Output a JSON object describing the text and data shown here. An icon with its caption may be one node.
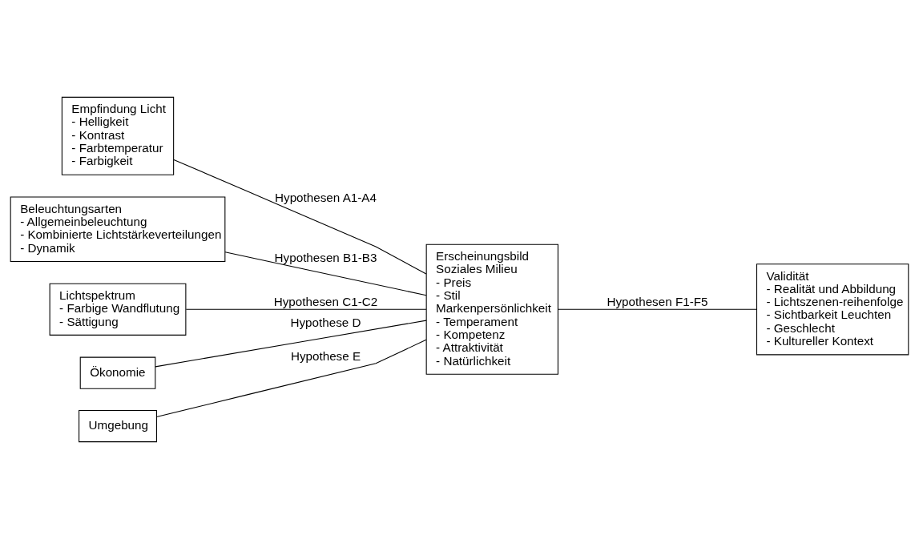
{
  "diagram": {
    "nodes": [
      {
        "text": [
          "Empfindung Licht",
          "- Helligkeit",
          "- Kontrast",
          "- Farbtemperatur",
          "- Farbigkeit"
        ]
      },
      {
        "text": [
          "Beleuchtungsarten",
          "- Allgemeinbeleuchtung",
          "- Kombinierte Lichtstärkeverteilungen",
          "- Dynamik"
        ]
      },
      {
        "text": [
          "Lichtspektrum",
          "- Farbige Wandflutung",
          "- Sättigung"
        ]
      },
      {
        "text": [
          "Ökonomie"
        ]
      },
      {
        "text": [
          "Umgebung"
        ]
      },
      {
        "text": [
          "Erscheinungsbild",
          "Soziales Milieu",
          "- Preis",
          "- Stil",
          "Markenpersönlichkeit",
          "- Temperament",
          "- Kompetenz",
          "- Attraktivität",
          "- Natürlichkeit"
        ]
      },
      {
        "text": [
          "Validität",
          "- Realität und Abbildung",
          "- Lichtszenen-reihenfolge",
          "- Sichtbarkeit Leuchten",
          "- Geschlecht",
          "- Kultureller Kontext"
        ]
      }
    ],
    "edges": [
      {
        "from": 0,
        "to": 5,
        "arrow": "none",
        "label": "Hypothesen A1-A4"
      },
      {
        "from": 1,
        "to": 5,
        "arrow": "none",
        "label": "Hypothesen B1-B3"
      },
      {
        "from": 2,
        "to": 5,
        "arrow": "none",
        "label": "Hypothesen C1-C2"
      },
      {
        "from": 3,
        "to": 5,
        "arrow": "none",
        "label": "Hypothese D"
      },
      {
        "from": 4,
        "to": 5,
        "arrow": "none",
        "label": "Hypothese E"
      },
      {
        "from": 5,
        "to": 6,
        "arrow": "none",
        "label": "Hypothesen F1-F5"
      }
    ]
  }
}
